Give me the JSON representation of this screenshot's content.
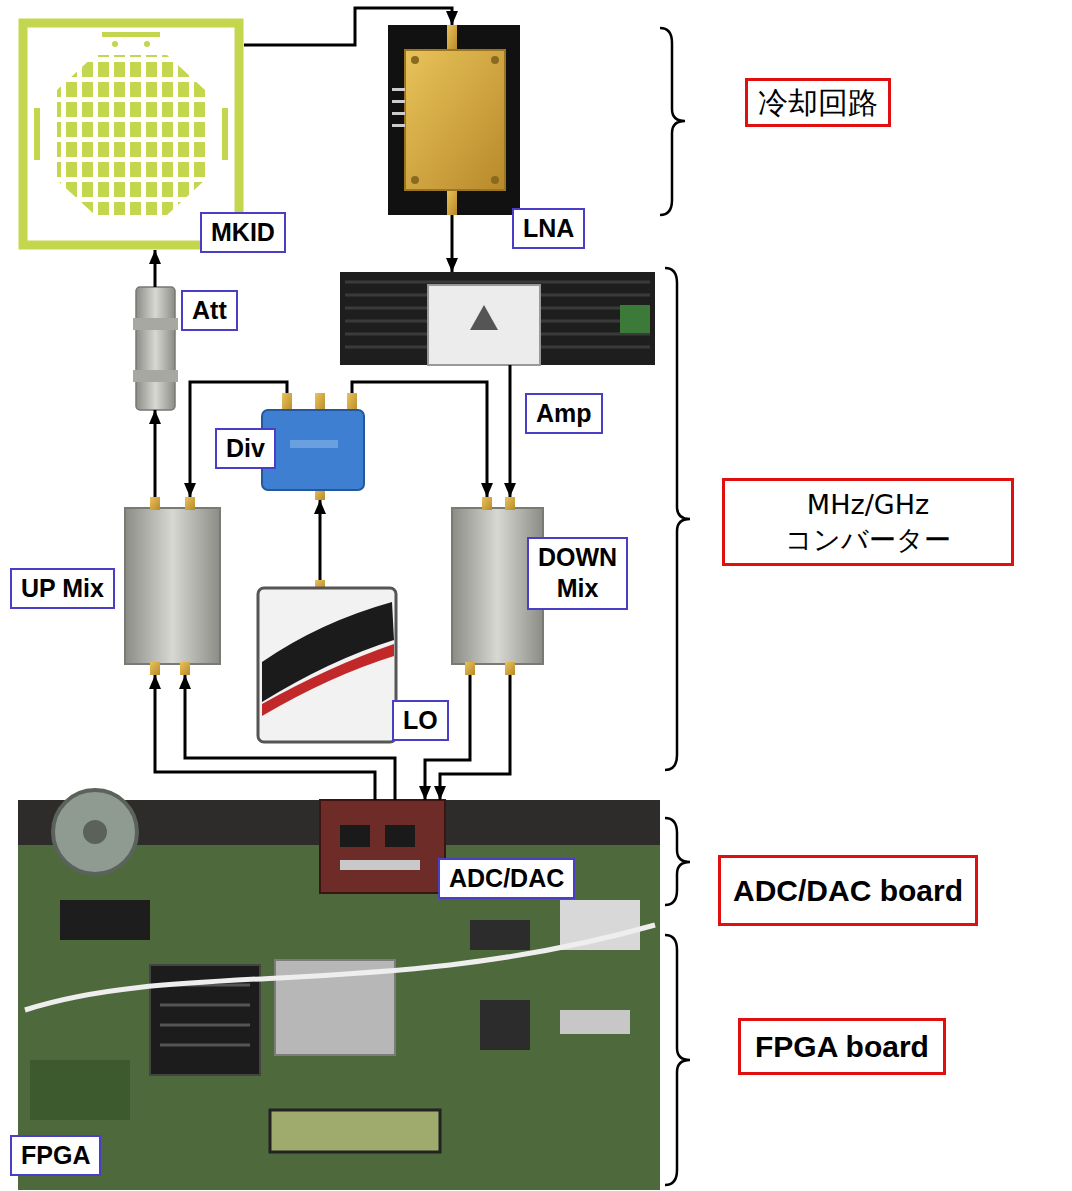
{
  "diagram": {
    "nodes": [
      {
        "text": [
          "MKID"
        ]
      },
      {
        "text": [
          "LNA"
        ]
      },
      {
        "text": [
          "冷却回路"
        ]
      },
      {
        "text": [
          "Att"
        ]
      },
      {
        "text": [
          "Amp"
        ]
      },
      {
        "text": [
          "Div"
        ]
      },
      {
        "text": [
          "MHz/GHz コンバーター"
        ]
      },
      {
        "text": [
          "UP Mix"
        ]
      },
      {
        "text": [
          "DOWN Mix"
        ]
      },
      {
        "text": [
          "LO"
        ]
      },
      {
        "text": [
          "FPGA"
        ]
      },
      {
        "text": [
          "ADC/DAC"
        ],
        "in": 10
      },
      {
        "text": [
          "ADC/DAC board"
        ]
      },
      {
        "text": [
          "FPGA board"
        ]
      }
    ],
    "edges": [
      {
        "from": 0,
        "to": 1,
        "arrow": "to"
      },
      {
        "from": 1,
        "to": 4,
        "arrow": "to"
      },
      {
        "from": 4,
        "to": 8,
        "arrow": "to"
      },
      {
        "from": 5,
        "to": 8,
        "arrow": "to"
      },
      {
        "from": 5,
        "to": 7,
        "arrow": "to"
      },
      {
        "from": 9,
        "to": 5,
        "arrow": "to"
      },
      {
        "from": 7,
        "to": 3,
        "arrow": "to"
      },
      {
        "from": 3,
        "to": 0,
        "arrow": "to"
      },
      {
        "from": 8,
        "to": 11,
        "arrow": "to"
      },
      {
        "from": 8,
        "to": 11,
        "arrow": "to"
      },
      {
        "from": 11,
        "to": 7,
        "arrow": "to"
      },
      {
        "from": 11,
        "to": 7,
        "arrow": "to"
      }
    ]
  }
}
